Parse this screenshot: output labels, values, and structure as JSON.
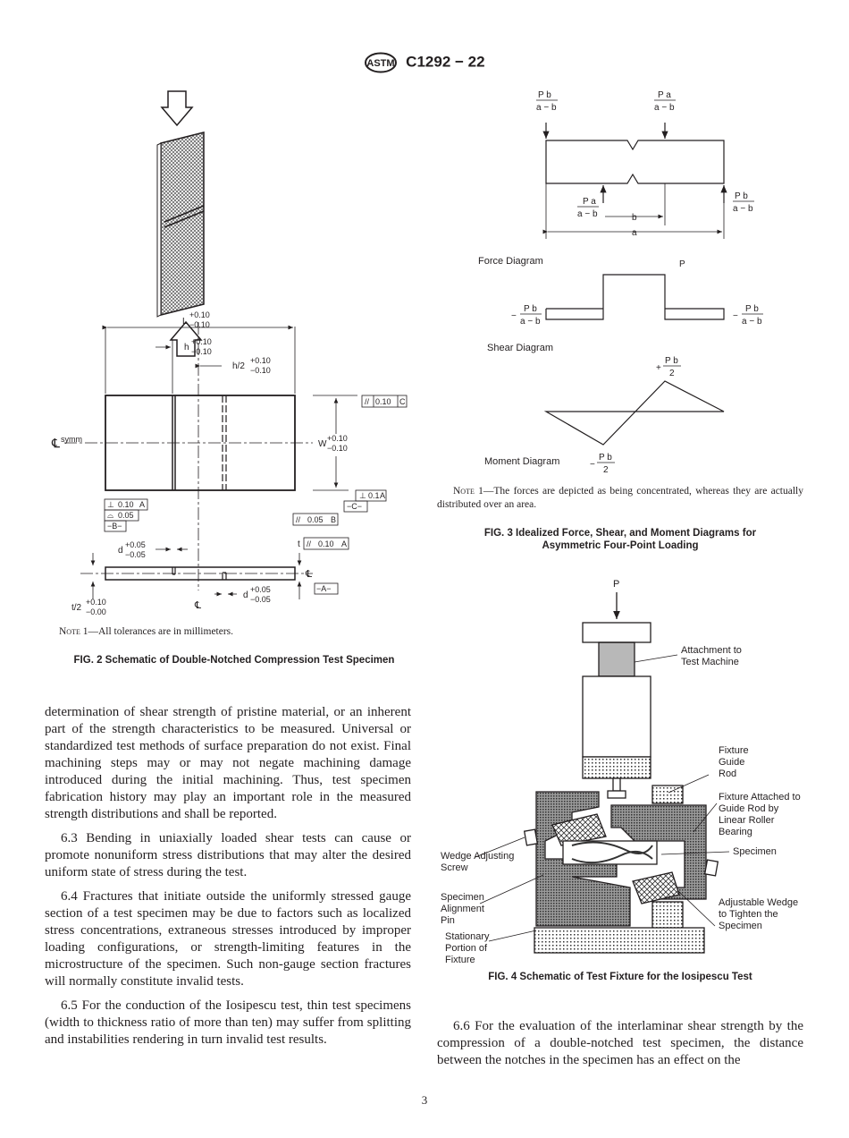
{
  "header": {
    "logo": "ASTM",
    "designation": "C1292 − 22"
  },
  "fig2": {
    "labels": {
      "L": "L",
      "L_tol_plus": "+0.10",
      "L_tol_minus": "−0.10",
      "h": "h",
      "h_tol_plus": "+0.10",
      "h_tol_minus": "−0.10",
      "h2": "h/2",
      "h2_tol_plus": "+0.10",
      "h2_tol_minus": "−0.10",
      "W": "W",
      "W_tol_plus": "+0.10",
      "W_tol_minus": "−0.10",
      "symm": "symm",
      "par_top": "0.10",
      "par_top_ref": "C",
      "perp_a": "0.1",
      "perp_a_ref": "A",
      "datum_c": "−C−",
      "left_perp": "0.10",
      "left_perp_ref": "A",
      "left_flat": "0.05",
      "datum_b": "−B−",
      "par_bottom": "0.05",
      "par_bottom_ref": "B",
      "d": "d",
      "d_tol_plus": "+0.05",
      "d_tol_minus": "−0.05",
      "t": "t",
      "par_t": "0.10",
      "par_t_ref": "A",
      "datum_a": "−A−",
      "t2": "t/2",
      "t2_tol_plus": "+0.10",
      "t2_tol_minus": "−0.00",
      "cl": "℄"
    },
    "note": {
      "prefix": "Note 1",
      "text": "—All tolerances are in millimeters."
    },
    "caption": "FIG. 2 Schematic of Double-Notched Compression Test Specimen"
  },
  "fig3": {
    "labels": {
      "P": "P",
      "Pa": "P a",
      "Pb": "P b",
      "a_b": "a − b",
      "a": "a",
      "b": "b",
      "two": "2",
      "minus": "−",
      "plus": "+",
      "force": "Force Diagram",
      "shear": "Shear Diagram",
      "moment": "Moment Diagram"
    },
    "note": {
      "prefix": "Note 1",
      "text": "—The forces are depicted as being concentrated, whereas they are actually distributed over an area."
    },
    "caption_line1": "FIG. 3 Idealized Force, Shear, and Moment Diagrams for",
    "caption_line2": "Asymmetric Four-Point Loading"
  },
  "fig4": {
    "labels": {
      "P": "P",
      "attach1": "Attachment to",
      "attach2": "Test Machine",
      "guide1": "Fixture",
      "guide2": "Guide",
      "guide3": "Rod",
      "fa1": "Fixture Attached to",
      "fa2": "Guide Rod by",
      "fa3": "Linear Roller",
      "fa4": "Bearing",
      "specimen": "Specimen",
      "wedge1": "Wedge Adjusting",
      "wedge2": "Screw",
      "pin1": "Specimen",
      "pin2": "Alignment",
      "pin3": "Pin",
      "adj1": "Adjustable Wedge",
      "adj2": "to Tighten the",
      "adj3": "Specimen",
      "stat1": "Stationary",
      "stat2": "Portion of",
      "stat3": "Fixture"
    },
    "caption": "FIG. 4  Schematic of Test Fixture for the Iosipescu Test"
  },
  "text_left": [
    "determination of shear strength of pristine material, or an inherent part of the strength characteristics to be measured. Universal or standardized test methods of surface preparation do not exist. Final machining steps may or may not negate machining damage introduced during the initial machining. Thus, test specimen fabrication history may play an important role in the measured strength distributions and shall be reported.",
    "6.3 Bending in uniaxially loaded shear tests can cause or promote nonuniform stress distributions that may alter the desired uniform state of stress during the test.",
    "6.4 Fractures that initiate outside the uniformly stressed gauge section of a test specimen may be due to factors such as localized stress concentrations, extraneous stresses introduced by improper loading configurations, or strength-limiting features in the microstructure of the specimen. Such non-gauge section fractures will normally constitute invalid tests.",
    "6.5 For the conduction of the Iosipescu test, thin test specimens (width to thickness ratio of more than ten) may suffer from splitting and instabilities rendering in turn invalid test results."
  ],
  "text_right": [
    "6.6 For the evaluation of the interlaminar shear strength by the compression of a double-notched test specimen, the distance between the notches in the specimen has an effect on the"
  ],
  "page_number": "3"
}
